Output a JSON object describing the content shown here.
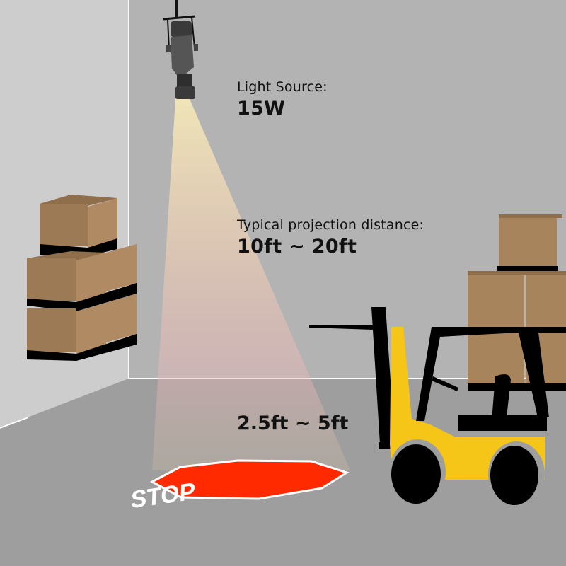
{
  "colors": {
    "wall_back": "#b3b3b3",
    "wall_left": "#cccccc",
    "floor": "#9e9e9e",
    "box": "#b08a62",
    "box_dark": "#9c7a55",
    "pallet": "#000000",
    "forklift_body": "#f5c518",
    "stop_red": "#ff2a00",
    "beam": "#f0dfb0"
  },
  "labels": {
    "light_source_caption": "Light Source:",
    "light_source_value": "15W",
    "projection_caption": "Typical projection distance:",
    "projection_value": "10ft ~ 20ft",
    "near_distance_value": "2.5ft ~ 5ft"
  },
  "stop_sign": {
    "text": "STOP"
  },
  "icons": {
    "projector": "projector-lamp-icon",
    "forklift": "forklift-icon",
    "boxes": "cardboard-boxes-icon",
    "stop_sign": "stop-sign-icon"
  }
}
